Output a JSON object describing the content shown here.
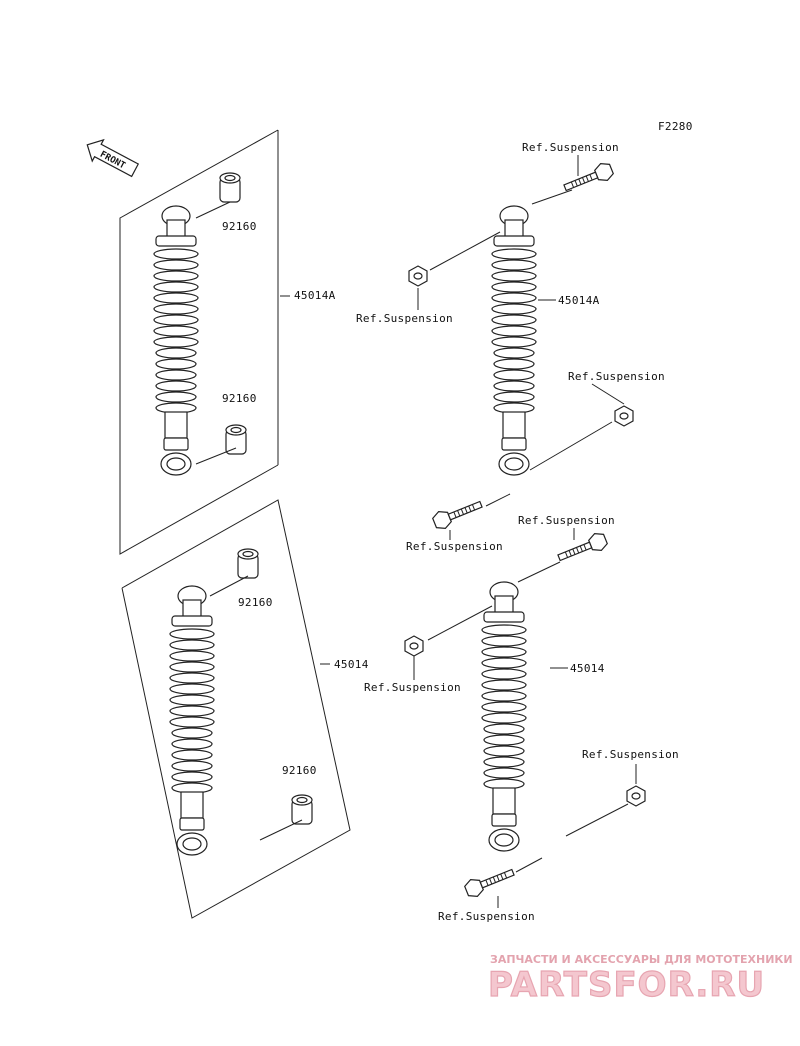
{
  "diagram": {
    "code": "F2280",
    "front_label": "FRONT",
    "labels": {
      "p92160_a": "92160",
      "p92160_b": "92160",
      "p92160_c": "92160",
      "p92160_d": "92160",
      "p45014A_left": "45014A",
      "p45014A_right": "45014A",
      "p45014_left": "45014",
      "p45014_right": "45014",
      "ref1": "Ref.Suspension",
      "ref2": "Ref.Suspension",
      "ref3": "Ref.Suspension",
      "ref4": "Ref.Suspension",
      "ref5": "Ref.Suspension",
      "ref6": "Ref.Suspension",
      "ref7": "Ref.Suspension",
      "ref8": "Ref.Suspension"
    }
  },
  "watermark": {
    "tagline": "ЗАПЧАСТИ И АКСЕССУАРЫ ДЛЯ МОТОТЕХНИКИ",
    "logo": "PARTSFOR.RU",
    "color": "#e7a5b1"
  }
}
